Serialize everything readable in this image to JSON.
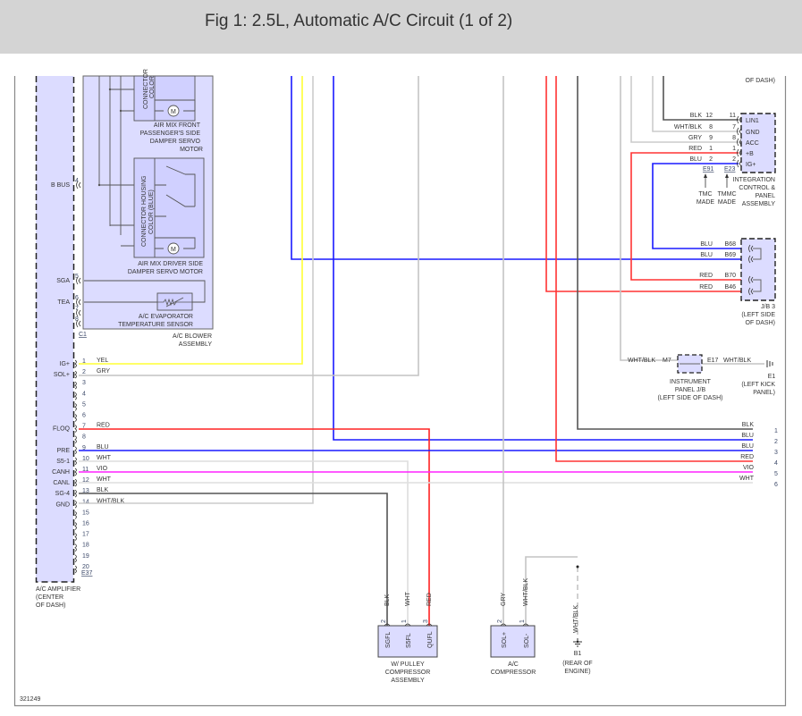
{
  "title": "Fig 1: 2.5L, Automatic A/C Circuit (1 of 2)",
  "figure_id": "321249",
  "colors": {
    "box_fill": "#dcdcff",
    "BLU": "#1a1aff",
    "RED": "#ff3333",
    "YEL": "#ffff33",
    "GRY": "#c4c4c4",
    "WHT": "#dedede",
    "BLK": "#555555",
    "VIO": "#ff22ff",
    "WHT/BLK": "#cccccc"
  },
  "amplifier": {
    "label": [
      "A/C AMPLIFIER",
      "(CENTER",
      "OF DASH)"
    ],
    "connector_c1": "C1",
    "connector_e37": "E37",
    "c1_pins": [
      {
        "num": "4",
        "name": "B BUS"
      },
      {
        "num": "5",
        "name": "SGA"
      },
      {
        "num": "6",
        "name": "TEA"
      },
      {
        "num": "7",
        "name": ""
      },
      {
        "num": "8",
        "name": ""
      }
    ],
    "e37_pins": [
      {
        "num": "1",
        "name": "IG+",
        "wire": "YEL"
      },
      {
        "num": "2",
        "name": "SOL+",
        "wire": "GRY"
      },
      {
        "num": "3",
        "name": "",
        "wire": ""
      },
      {
        "num": "4",
        "name": "",
        "wire": ""
      },
      {
        "num": "5",
        "name": "",
        "wire": ""
      },
      {
        "num": "6",
        "name": "",
        "wire": ""
      },
      {
        "num": "7",
        "name": "FLOQ",
        "wire": "RED"
      },
      {
        "num": "8",
        "name": "",
        "wire": ""
      },
      {
        "num": "9",
        "name": "PRE",
        "wire": "BLU"
      },
      {
        "num": "10",
        "name": "S5-1",
        "wire": "WHT"
      },
      {
        "num": "11",
        "name": "CANH",
        "wire": "VIO"
      },
      {
        "num": "12",
        "name": "CANL",
        "wire": "WHT"
      },
      {
        "num": "13",
        "name": "SG-4",
        "wire": "BLK"
      },
      {
        "num": "14",
        "name": "GND",
        "wire": "WHT/BLK"
      },
      {
        "num": "15",
        "name": "",
        "wire": ""
      },
      {
        "num": "16",
        "name": "",
        "wire": ""
      },
      {
        "num": "17",
        "name": "",
        "wire": ""
      },
      {
        "num": "18",
        "name": "",
        "wire": ""
      },
      {
        "num": "19",
        "name": "",
        "wire": ""
      },
      {
        "num": "20",
        "name": "",
        "wire": ""
      }
    ]
  },
  "blower": {
    "label": [
      "A/C BLOWER",
      "ASSEMBLY"
    ],
    "front_servo_label": [
      "AIR MIX FRONT",
      "PASSENGER'S SIDE",
      "DAMPER SERVO",
      "MOTOR"
    ],
    "front_connector_label": [
      "CONNECTOR",
      "COLOR"
    ],
    "driver_servo_label": [
      "AIR MIX DRIVER SIDE",
      "DAMPER SERVO MOTOR"
    ],
    "driver_connector_label": [
      "CONNECTOR HOUSING",
      "COLOR (BLUE)"
    ],
    "motor_symbol": "M",
    "sensor_label": [
      "A/C EVAPORATOR",
      "TEMPERATURE SENSOR"
    ]
  },
  "integration": {
    "top_label": "OF DASH)",
    "pins": [
      {
        "wire": "BLK",
        "from": "12",
        "num": "11",
        "name": "LIN1"
      },
      {
        "wire": "WHT/BLK",
        "from": "8",
        "num": "7",
        "name": "GND"
      },
      {
        "wire": "GRY",
        "from": "9",
        "num": "8",
        "name": "ACC"
      },
      {
        "wire": "RED",
        "from": "1",
        "num": "1",
        "name": "+B"
      },
      {
        "wire": "BLU",
        "from": "2",
        "num": "2",
        "name": "IG+"
      }
    ],
    "conn_tmc": "E91",
    "conn_tmmc": "E23",
    "tmc_label": [
      "TMC",
      "MADE"
    ],
    "tmmc_label": [
      "TMMC",
      "MADE"
    ],
    "label": [
      "INTEGRATION",
      "CONTROL &",
      "PANEL",
      "ASSEMBLY"
    ]
  },
  "jb3": {
    "pins": [
      {
        "wire": "BLU",
        "num": "B68"
      },
      {
        "wire": "BLU",
        "num": "B69"
      },
      {
        "wire": "RED",
        "num": "B70"
      },
      {
        "wire": "RED",
        "num": "B46"
      }
    ],
    "label": [
      "J/B 3",
      "(LEFT SIDE",
      "OF DASH)"
    ]
  },
  "instrument_jb": {
    "left_wire": "WHT/BLK",
    "left_conn": "M7",
    "right_conn": "E17",
    "right_wire": "WHT/BLK",
    "label": [
      "INSTRUMENT",
      "PANEL J/B",
      "(LEFT SIDE OF DASH)"
    ]
  },
  "ground_e1": {
    "id": "E1",
    "label": [
      "(LEFT KICK",
      "PANEL)"
    ]
  },
  "outputs": [
    {
      "wire": "BLK",
      "num": "1"
    },
    {
      "wire": "BLU",
      "num": "2"
    },
    {
      "wire": "BLU",
      "num": "3"
    },
    {
      "wire": "RED",
      "num": "4"
    },
    {
      "wire": "VIO",
      "num": "5"
    },
    {
      "wire": "WHT",
      "num": "6"
    }
  ],
  "pulley_compressor": {
    "pins": [
      {
        "wire": "BLK",
        "num": "2",
        "name": "SGFL"
      },
      {
        "wire": "WHT",
        "num": "1",
        "name": "S5FL"
      },
      {
        "wire": "RED",
        "num": "3",
        "name": "QUFL"
      }
    ],
    "label": [
      "W/ PULLEY",
      "COMPRESSOR",
      "ASSEMBLY"
    ]
  },
  "ac_compressor": {
    "pins": [
      {
        "wire": "GRY",
        "num": "2",
        "name": "SOL+"
      },
      {
        "wire": "WHT/BLK",
        "num": "1",
        "name": "SOL-"
      }
    ],
    "label": [
      "A/C",
      "COMPRESSOR"
    ]
  },
  "ground_b1": {
    "wire": "WHT/BLK",
    "id": "B1",
    "label": [
      "(REAR OF",
      "ENGINE)"
    ]
  }
}
